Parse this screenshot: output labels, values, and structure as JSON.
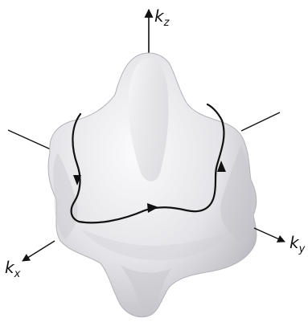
{
  "figure": {
    "kind": "fermi-surface-diagram",
    "axes": {
      "z": {
        "base": "k",
        "sub": "z"
      },
      "x": {
        "base": "k",
        "sub": "x"
      },
      "y": {
        "base": "k",
        "sub": "y"
      }
    },
    "colors": {
      "surface_light": "#f7f7f9",
      "surface_mid": "#d9d9de",
      "surface_dark": "#a9a9b0",
      "axis_line": "#111111",
      "orbit_line": "#111111"
    }
  }
}
